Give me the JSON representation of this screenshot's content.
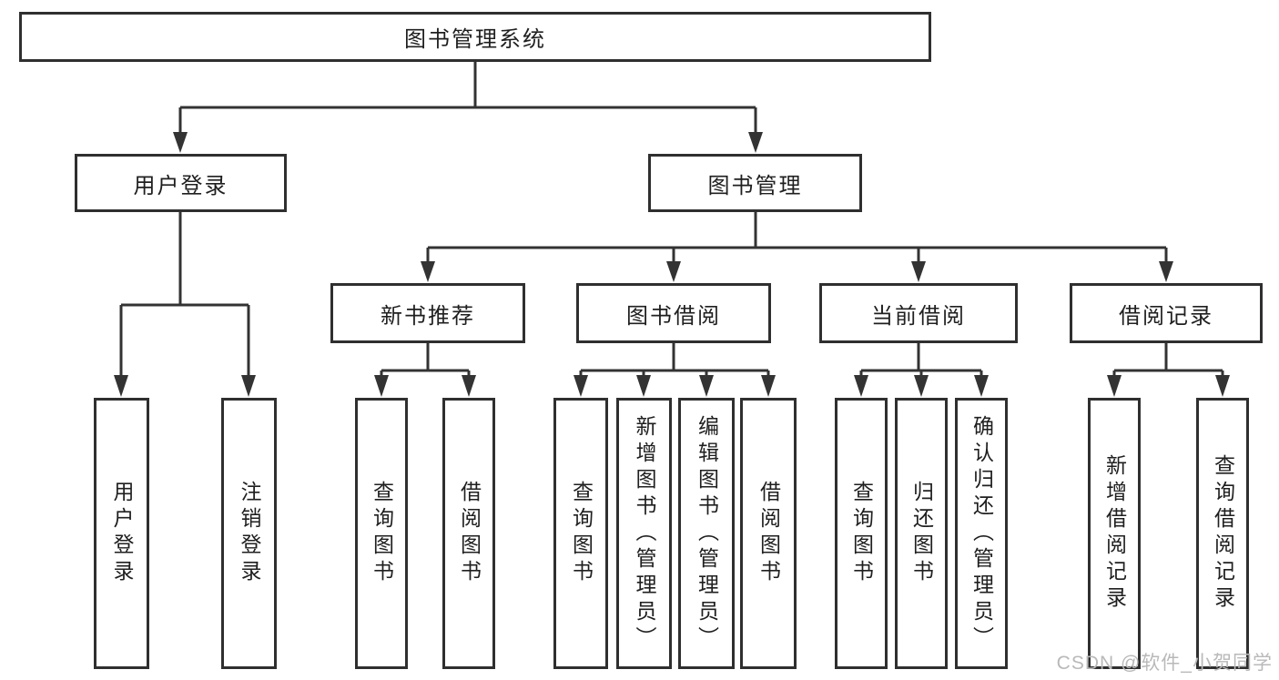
{
  "diagram": {
    "title": "图书管理系统",
    "branches": [
      {
        "label": "用户登录",
        "children": [
          {
            "label": "用户登录"
          },
          {
            "label": "注销登录"
          }
        ]
      },
      {
        "label": "图书管理",
        "children": [
          {
            "label": "新书推荐",
            "children": [
              {
                "label": "查询图书"
              },
              {
                "label": "借阅图书"
              }
            ]
          },
          {
            "label": "图书借阅",
            "children": [
              {
                "label": "查询图书"
              },
              {
                "label": "新增图书（管理员）"
              },
              {
                "label": "编辑图书（管理员）"
              },
              {
                "label": "借阅图书"
              }
            ]
          },
          {
            "label": "当前借阅",
            "children": [
              {
                "label": "查询图书"
              },
              {
                "label": "归还图书"
              },
              {
                "label": "确认归还（管理员）"
              }
            ]
          },
          {
            "label": "借阅记录",
            "children": [
              {
                "label": "新增借阅记录"
              },
              {
                "label": "查询借阅记录"
              }
            ]
          }
        ]
      }
    ]
  },
  "watermark": {
    "text": "CSDN @软件_小贺同学"
  },
  "colors": {
    "line": "#333333",
    "box_border": "#2f2f2f",
    "text": "#1f1f1f",
    "background": "#ffffff",
    "watermark": "#b9b9b9"
  }
}
